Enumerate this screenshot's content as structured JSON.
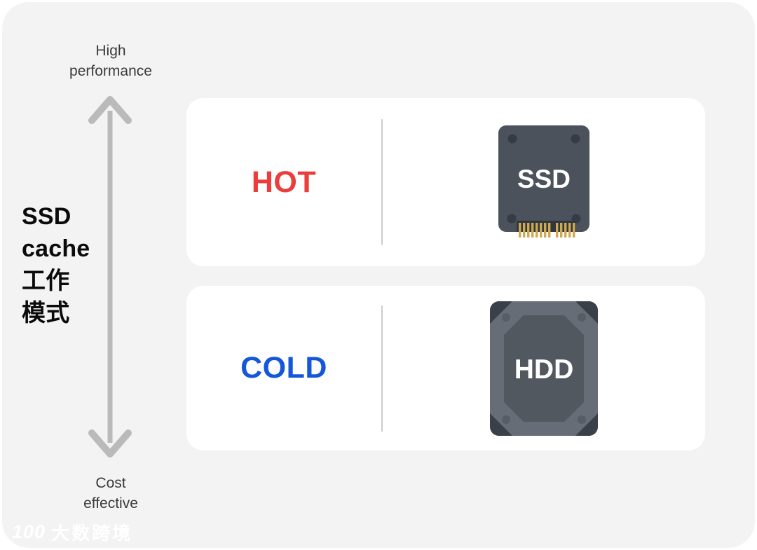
{
  "diagram": {
    "title": "SSD cache 工作模式",
    "title_lines": [
      "SSD",
      "cache",
      "工作",
      "模式"
    ],
    "axis": {
      "top_label_lines": [
        "High",
        "performance"
      ],
      "bottom_label_lines": [
        "Cost",
        "effective"
      ],
      "arrow_color": "#bababa"
    },
    "rows": [
      {
        "label": "HOT",
        "label_color": "#ed3c3c",
        "device": "SSD"
      },
      {
        "label": "COLD",
        "label_color": "#1458d8",
        "device": "HDD"
      }
    ],
    "colors": {
      "canvas_bg": "#f3f3f4",
      "card_bg": "#ffffff",
      "divider": "#cbcbcb",
      "ssd_body": "#4b525c",
      "ssd_screw": "#363c45",
      "ssd_connector": "#31373f",
      "ssd_pin_gold": "#cfa94f",
      "hdd_body": "#666d76",
      "hdd_panel": "#515860",
      "hdd_wedge": "#3a4047",
      "hdd_screw": "#575d66"
    },
    "watermark": {
      "logo": "100",
      "text": "大数跨境"
    }
  }
}
